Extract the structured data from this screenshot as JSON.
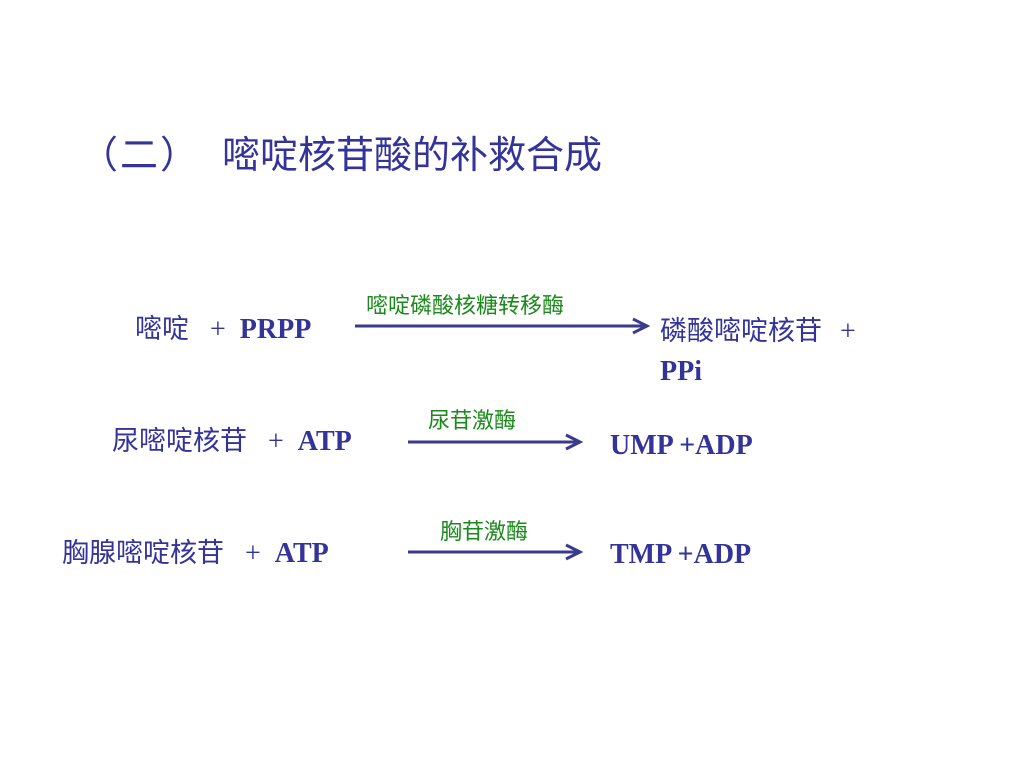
{
  "slide": {
    "title_paren": "（二）",
    "title_text": "嘧啶核苷酸的补救合成"
  },
  "reactions": [
    {
      "substrate_cn": "嘧啶",
      "plus": "+",
      "substrate_en": "PRPP",
      "enzyme": "嘧啶磷酸核糖转移酶",
      "product_cn": "磷酸嘧啶核苷",
      "product_plus": "+",
      "product_line2": "PPi"
    },
    {
      "substrate_cn": "尿嘧啶核苷",
      "plus": "+",
      "substrate_en": "ATP",
      "enzyme": "尿苷激酶",
      "product": "UMP +ADP"
    },
    {
      "substrate_cn": "胸腺嘧啶核苷",
      "plus": "+",
      "substrate_en": "ATP",
      "enzyme": "胸苷激酶",
      "product": "TMP +ADP"
    }
  ],
  "colors": {
    "text": "#333399",
    "enzyme": "#1a8a1a",
    "arrow": "#3a3a8c"
  }
}
